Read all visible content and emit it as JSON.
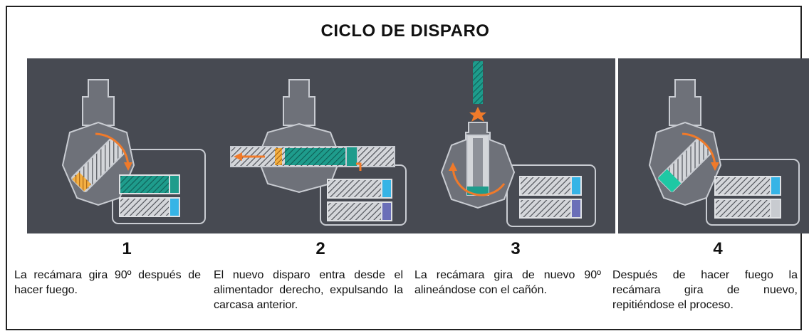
{
  "title": "CICLO DE DISPARO",
  "steps": [
    {
      "number": "1",
      "text": "La recámara gira 90º después de hacer fuego."
    },
    {
      "number": "2",
      "text": "El nuevo disparo entra desde el alimentador derecho, expulsando la carcasa anterior."
    },
    {
      "number": "3",
      "text": "La recámara gira de nuevo 90º alineándose con el cañón."
    },
    {
      "number": "4",
      "text": "Después de hacer fuego la recámara gira de nuevo, repitiéndose el proceso."
    }
  ],
  "colors": {
    "panel_bg": "#474a52",
    "housing": "#6e7179",
    "outline": "#c9ccd2",
    "accent_orange": "#f07a2a",
    "teal": "#1e9c8c",
    "cyan": "#36b4e6",
    "cartridge": "#c8cbd0"
  }
}
